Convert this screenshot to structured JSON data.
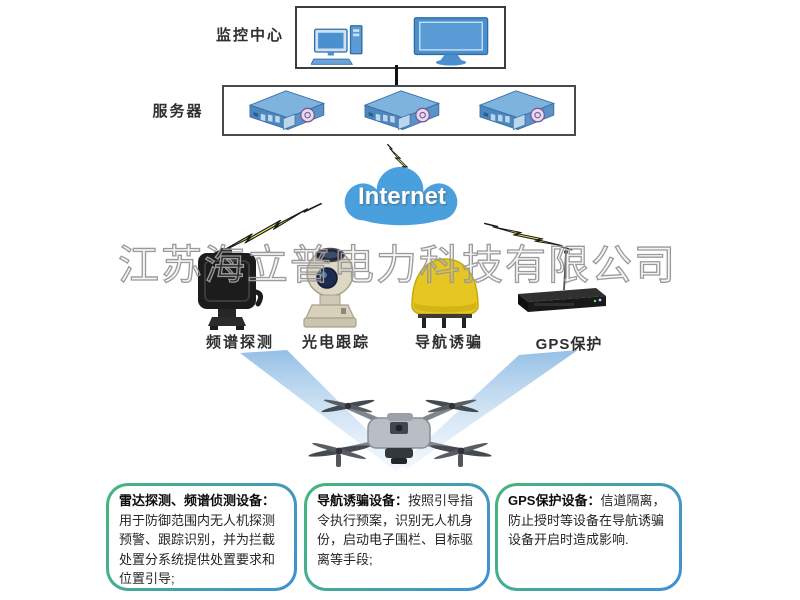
{
  "monitoring_center": {
    "label": "监控中心"
  },
  "servers": {
    "label": "服务器"
  },
  "internet": {
    "label": "Internet"
  },
  "watermark": "江苏海立普电力科技有限公司",
  "devices": [
    {
      "id": "spectrum",
      "label": "频谱探测",
      "icon": "spectrum-detector-icon",
      "color": "#1c1c1c"
    },
    {
      "id": "eo",
      "label": "光电跟踪",
      "icon": "eo-tracker-icon",
      "color": "#d9d3c0"
    },
    {
      "id": "decoy",
      "label": "导航诱骗",
      "icon": "nav-decoy-icon",
      "color": "#e5c622"
    },
    {
      "id": "gps",
      "label": "GPS保护",
      "icon": "gps-rack-icon",
      "color": "#1a1a1a"
    }
  ],
  "info_boxes": [
    {
      "title": "雷达探测、频谱侦测设备：",
      "body": "用于防御范围内无人机探测预警、跟踪识别，并为拦截处置分系统提供处置要求和位置引导;"
    },
    {
      "title": "导航诱骗设备：",
      "body": "按照引导指令执行预案，识别无人机身份，启动电子围栏、目标驱离等手段;"
    },
    {
      "title": "GPS保护设备：",
      "body": "信道隔离，防止授时等设备在导航诱骗设备开启时造成影响."
    }
  ],
  "icons": [
    "desktop-computer-icon",
    "monitor-icon",
    "server-icon",
    "cloud-icon",
    "lightning-bolt-icon",
    "drone-icon",
    "spectrum-detector-icon",
    "eo-tracker-icon",
    "nav-decoy-icon",
    "gps-rack-icon",
    "beam-shape"
  ],
  "colors": {
    "icon_blue": "#4a90cf",
    "cloud_blue": "#4aa0dc",
    "bolt_yellow": "#efe94d",
    "beam_blue": "#9cc3e6",
    "info_border_green": "#45b779",
    "info_border_blue": "#3f8fd6",
    "decoy_yellow": "#e5c622",
    "watermark_gray": "#9a9a9a"
  }
}
